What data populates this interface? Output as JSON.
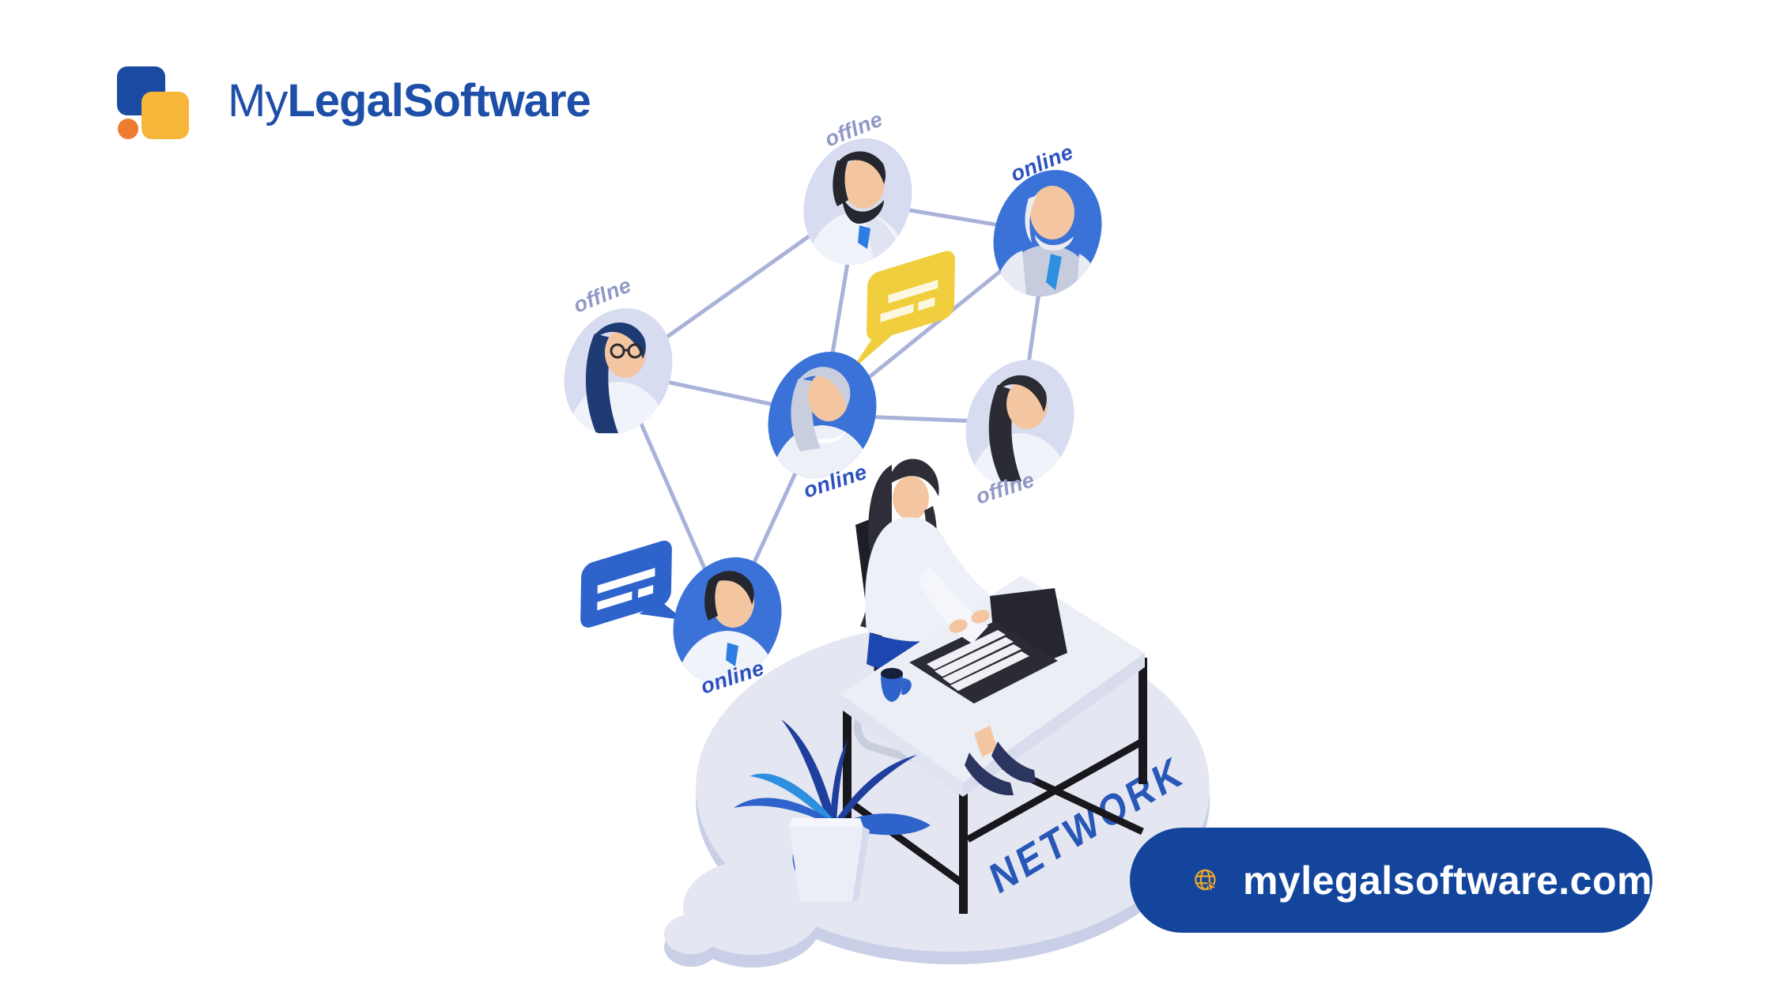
{
  "brand": {
    "logo_text": {
      "my": "My",
      "legal": "Legal",
      "software": "Software"
    },
    "colors": {
      "text_blue": "#1d4fa8",
      "blue_square": "#1a4aa2",
      "yellow_square": "#f6b63a",
      "orange_dot": "#ee7b30"
    }
  },
  "website_button": {
    "label": "mylegalsoftware.com",
    "icon": "globe-cursor-icon",
    "background": "#13459d",
    "icon_color": "#f0a62a",
    "text_color": "#ffffff"
  },
  "illustration": {
    "floor_label": "NETWORK",
    "floor_label_color": "#2857b8",
    "status_colors": {
      "online": "#2b50c0",
      "offline": "#9098c6"
    },
    "avatars": [
      {
        "name": "bearded-man",
        "status": "offlne",
        "circle_color": "#d7dcf0"
      },
      {
        "name": "senior-man",
        "status": "online",
        "circle_color": "#3b72d8"
      },
      {
        "name": "woman-with-glasses",
        "status": "offlne",
        "circle_color": "#d7dcf0"
      },
      {
        "name": "senior-woman",
        "status": "online",
        "circle_color": "#3b72d8"
      },
      {
        "name": "long-haired-woman",
        "status": "offlne",
        "circle_color": "#d7dcf0"
      },
      {
        "name": "young-man",
        "status": "online",
        "circle_color": "#3b72d8"
      }
    ],
    "connections": [
      [
        "bearded-man",
        "senior-man"
      ],
      [
        "bearded-man",
        "woman-with-glasses"
      ],
      [
        "bearded-man",
        "senior-woman"
      ],
      [
        "senior-man",
        "senior-woman"
      ],
      [
        "senior-man",
        "long-haired-woman"
      ],
      [
        "senior-woman",
        "long-haired-woman"
      ],
      [
        "woman-with-glasses",
        "senior-woman"
      ],
      [
        "woman-with-glasses",
        "young-man"
      ],
      [
        "senior-woman",
        "young-man"
      ]
    ],
    "speech_bubbles": [
      {
        "name": "yellow-chat-bubble",
        "color": "#f0ce3e"
      },
      {
        "name": "blue-chat-bubble",
        "color": "#2f63cc"
      }
    ]
  }
}
